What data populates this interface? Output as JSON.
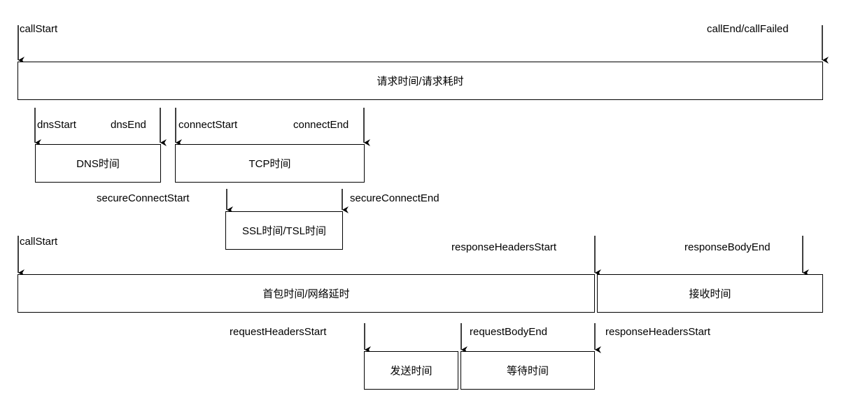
{
  "top_row": {
    "left_event": "callStart",
    "right_event": "callEnd/callFailed",
    "bar_label": "请求时间/请求耗时"
  },
  "dns": {
    "start_event": "dnsStart",
    "end_event": "dnsEnd",
    "box_label": "DNS时间"
  },
  "tcp": {
    "start_event": "connectStart",
    "end_event": "connectEnd",
    "box_label": "TCP时间"
  },
  "ssl": {
    "start_event": "secureConnectStart",
    "end_event": "secureConnectEnd",
    "box_label": "SSL时间/TSL时间"
  },
  "second_row": {
    "left_event": "callStart",
    "middle_event": "responseHeadersStart",
    "right_event": "responseBodyEnd",
    "first_packet_label": "首包时间/网络延时",
    "receive_label": "接收时间"
  },
  "third_row": {
    "request_headers_event": "requestHeadersStart",
    "request_body_event": "requestBodyEnd",
    "response_headers_event": "responseHeadersStart",
    "send_label": "发送时间",
    "wait_label": "等待时间"
  }
}
